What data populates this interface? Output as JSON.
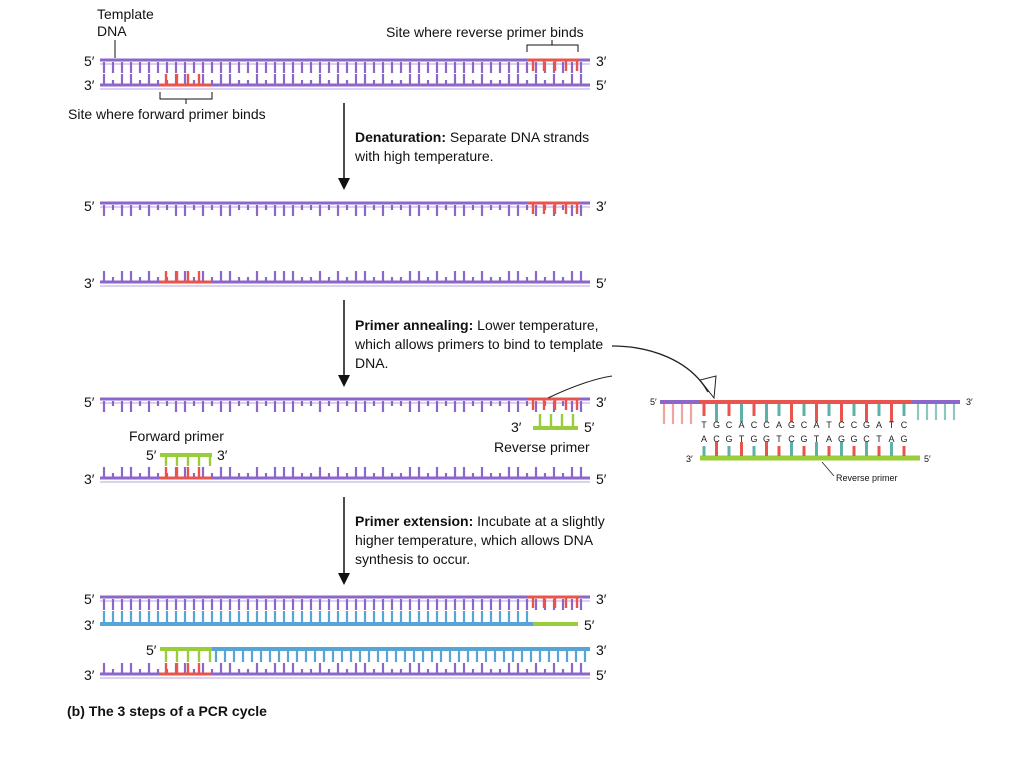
{
  "labels": {
    "template_dna_line1": "Template",
    "template_dna_line2": "DNA",
    "reverse_site": "Site where reverse primer binds",
    "forward_site": "Site where forward primer binds",
    "forward_primer": "Forward primer",
    "reverse_primer": "Reverse primer",
    "inset_reverse_primer": "Reverse primer"
  },
  "ends": {
    "five": "5′",
    "three": "3′"
  },
  "steps": [
    {
      "title": "Denaturation:",
      "text": " Separate DNA strands with high temperature."
    },
    {
      "title": "Primer annealing:",
      "text": " Lower temperature, which allows primers to bind to template DNA."
    },
    {
      "title": "Primer extension:",
      "text": " Incubate at a slightly higher temperature, which allows DNA synthesis to occur."
    }
  ],
  "inset": {
    "top_bases": [
      "T",
      "G",
      "C",
      "A",
      "C",
      "C",
      "A",
      "G",
      "C",
      "A",
      "T",
      "C",
      "C",
      "G",
      "A",
      "T",
      "C"
    ],
    "bottom_bases": [
      "A",
      "C",
      "G",
      "T",
      "G",
      "G",
      "T",
      "C",
      "G",
      "T",
      "A",
      "G",
      "G",
      "C",
      "T",
      "A",
      "G"
    ]
  },
  "caption": "(b) The 3 steps of a PCR cycle",
  "colors": {
    "template": "#8a67c9",
    "primer_site": "#e8554e",
    "primer": "#9acd3a",
    "new_strand": "#56a4d8",
    "inset_teal": "#5fb0a9"
  }
}
